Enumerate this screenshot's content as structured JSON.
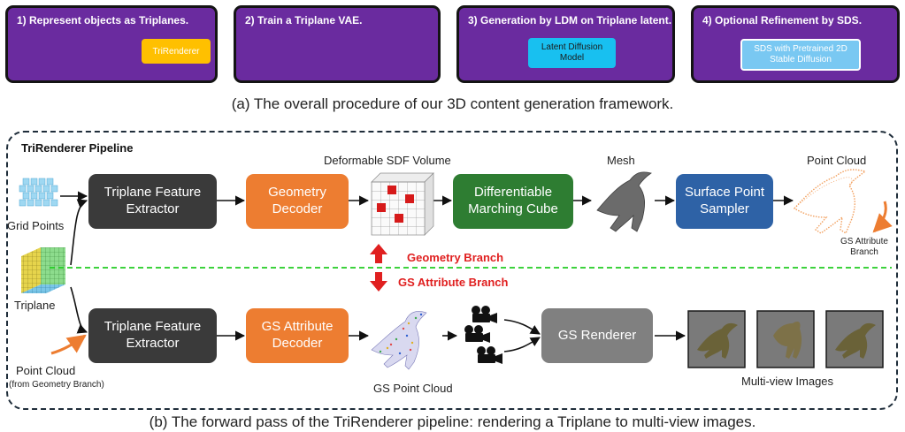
{
  "top": {
    "steps": [
      {
        "title": "1) Represent objects as Triplanes.",
        "renderer_label": "TriRenderer"
      },
      {
        "title": "2) Train a Triplane VAE."
      },
      {
        "title": "3) Generation by LDM on Triplane latent.",
        "model_label": "Latent Diffusion Model"
      },
      {
        "title": "4) Optional Refinement by SDS.",
        "sds_label": "SDS with Pretrained 2D Stable Diffusion"
      }
    ],
    "caption": "(a) The overall procedure of our 3D content generation framework."
  },
  "pipeline": {
    "title": "TriRenderer Pipeline",
    "inputs": {
      "grid_points": "Grid Points",
      "triplane": "Triplane",
      "point_cloud_in": "Point Cloud",
      "point_cloud_in_note": "(from Geometry Branch)"
    },
    "geometry": {
      "extractor": "Triplane Feature Extractor",
      "decoder": "Geometry Decoder",
      "sdf_label": "Deformable SDF Volume",
      "marching": "Differentiable Marching Cube",
      "mesh_label": "Mesh",
      "sampler": "Surface Point Sampler",
      "pc_label": "Point Cloud",
      "gs_attr_branch_note": "GS Attribute Branch"
    },
    "branches": {
      "geometry": "Geometry Branch",
      "gs_attribute": "GS Attribute Branch"
    },
    "gs": {
      "extractor": "Triplane Feature Extractor",
      "decoder": "GS Attribute Decoder",
      "gs_pc_label": "GS Point Cloud",
      "renderer": "GS Renderer",
      "multiview_label": "Multi-view Images"
    },
    "caption": "(b) The forward pass of the TriRenderer pipeline: rendering a Triplane to multi-view images."
  },
  "colors": {
    "step_bg": "#6a2b9f",
    "dark_node": "#3a3a3a",
    "orange_node": "#ed7d31",
    "green_node": "#2e7d32",
    "blue_node": "#2e62a6",
    "gray_node": "#808080",
    "branch_red": "#e02020",
    "divider_green": "#22cc22"
  }
}
